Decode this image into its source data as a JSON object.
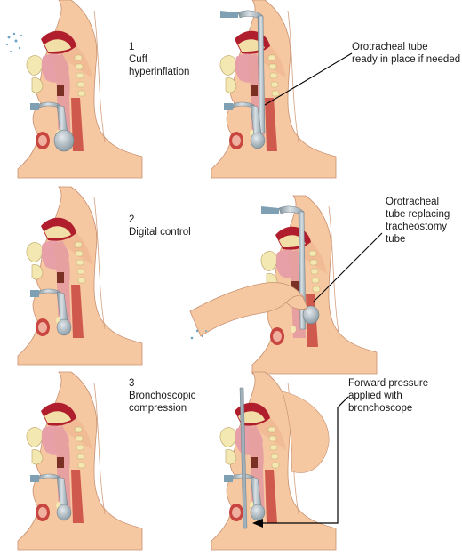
{
  "steps": [
    {
      "number": "1",
      "title": "Cuff\nhyperinflation"
    },
    {
      "number": "2",
      "title": "Digital control"
    },
    {
      "number": "3",
      "title": "Bronchoscopic\ncompression"
    }
  ],
  "callouts": [
    {
      "text": "Orotracheal tube\nready in place if needed"
    },
    {
      "text": "Orotracheal\ntube replacing\ntracheostomy\ntube"
    },
    {
      "text": "Forward pressure\napplied with\nbronchoscope"
    }
  ],
  "colors": {
    "skin": "#f6c8a2",
    "skin_shadow": "#e9ab83",
    "airway_pink": "#e8a0a8",
    "oral_dark": "#b01e2e",
    "bone": "#f3e8b2",
    "tube_gray": "#a9b7c0",
    "trachea_red": "#c9453f",
    "outline": "#8a6a55"
  }
}
